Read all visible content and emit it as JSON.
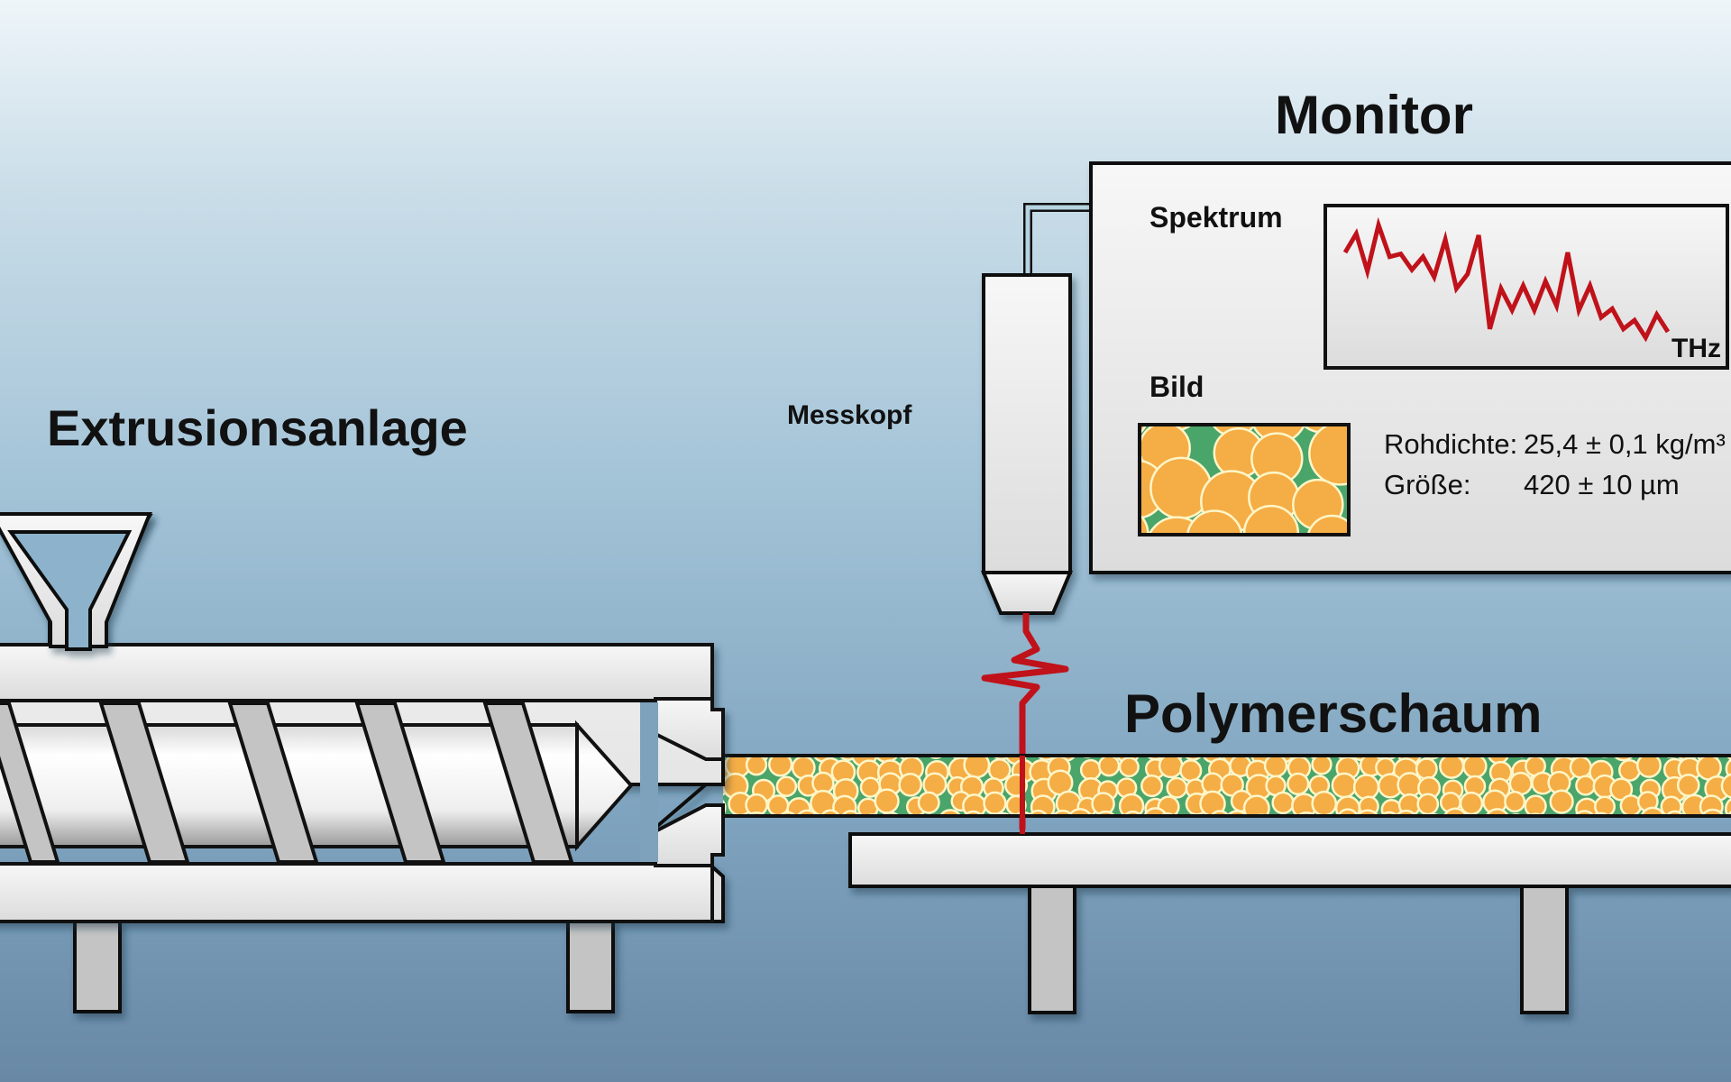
{
  "labels": {
    "monitor": "Monitor",
    "extruder": "Extrusionsanlage",
    "probe": "Messkopf",
    "foam": "Polymerschaum",
    "spectrum": "Spektrum",
    "image": "Bild",
    "spectrum_unit": "THz"
  },
  "measurements": [
    {
      "label": "Rohdichte:",
      "value": "25,4 ± 0,1 kg/m³"
    },
    {
      "label": "Größe:",
      "value": "420 ± 10 µm"
    }
  ],
  "colors": {
    "signal": "#c0121a",
    "foam_cell": "#f5ad45",
    "foam_matrix": "#4aa56a",
    "cell_rim": "#fff6c8",
    "machine": "#ededed",
    "flight": "#c4c4c4",
    "outline": "#111111"
  },
  "chart_data": {
    "type": "line",
    "title": "Spektrum",
    "xlabel": "THz",
    "ylabel": "",
    "note": "Schematic spectrum, no axis ticks; y values normalized 0 (bottom) to 1 (top).",
    "values": [
      0.75,
      0.88,
      0.62,
      0.94,
      0.72,
      0.74,
      0.63,
      0.72,
      0.58,
      0.84,
      0.5,
      0.6,
      0.87,
      0.22,
      0.5,
      0.35,
      0.52,
      0.35,
      0.55,
      0.38,
      0.75,
      0.35,
      0.52,
      0.3,
      0.36,
      0.22,
      0.28,
      0.16,
      0.32,
      0.2
    ]
  }
}
